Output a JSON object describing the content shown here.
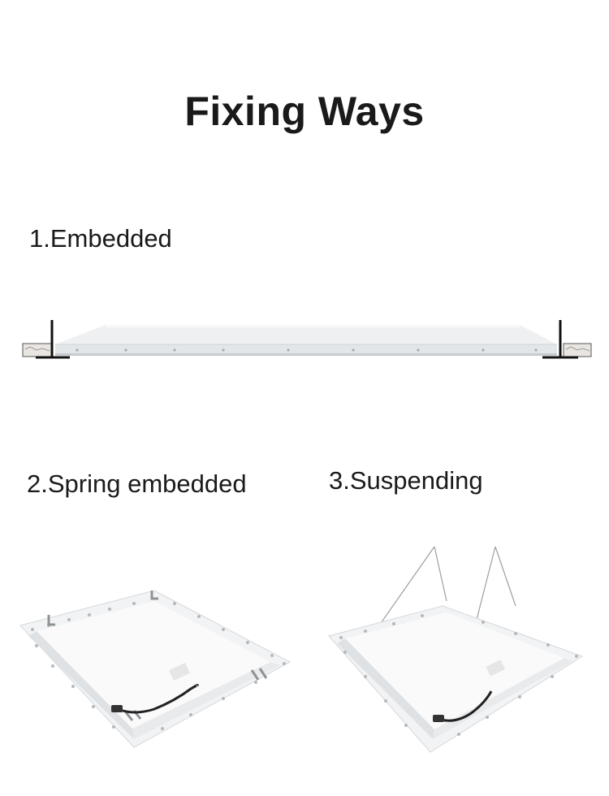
{
  "page": {
    "title": "Fixing Ways"
  },
  "methods": [
    {
      "label": "1.Embedded",
      "image": "embedded-panel-side-view"
    },
    {
      "label": "2.Spring embedded",
      "image": "spring-clip-panel-back-view"
    },
    {
      "label": "3.Suspending",
      "image": "suspended-panel-wire-view"
    }
  ],
  "colors": {
    "text": "#1a1a1a",
    "panel_light": "#f4f5f6",
    "panel_shadow": "#cfd3d6",
    "metal": "#8e9396"
  }
}
